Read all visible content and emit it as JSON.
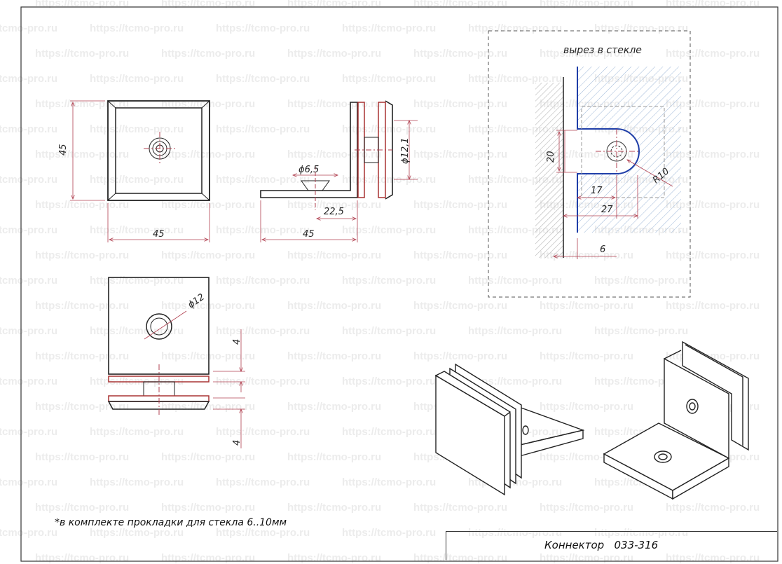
{
  "watermark": "https://tcmo-pro.ru",
  "front_view": {
    "height_dim": "45",
    "width_dim": "45"
  },
  "side_view": {
    "diam_hole": "ϕ6,5",
    "diam_screw": "ϕ12,1",
    "offset_dim": "22,5",
    "length_dim": "45"
  },
  "bottom_view": {
    "diam_dim": "ϕ12",
    "gap_top": "4",
    "gap_bottom": "4"
  },
  "cutout": {
    "title": "вырез в стекле",
    "height_dim": "20",
    "depth_dim": "17",
    "total_dim": "27",
    "radius_dim": "R10",
    "thickness_dim": "6"
  },
  "note": "*в комплекте прокладки для стекла 6..10мм",
  "title_block": {
    "product": "Коннектор",
    "code": "033-316"
  },
  "colors": {
    "dim_line": "#b04050",
    "gasket": "#a83232",
    "glass_edge": "#1f3ea8",
    "hatch": "#9fb8d8",
    "wall": "#999999"
  }
}
